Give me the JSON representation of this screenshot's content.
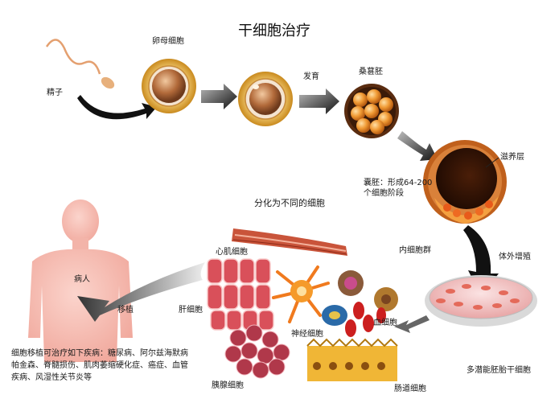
{
  "title": "干细胞治疗",
  "labels": {
    "sperm": "精子",
    "egg": "卵母细胞",
    "develop": "发育",
    "morula": "桑葚胚",
    "trophoblast": "滋养层",
    "blastocyst_line1": "囊胚：形成64-200",
    "blastocyst_line2": "个细胞阶段",
    "inner_mass": "内细胞群",
    "in_vitro": "体外增殖",
    "pluripotent": "多潜能胚胎干细胞",
    "differentiate": "分化为不同的细胞",
    "cardiomyocyte": "心肌细胞",
    "hepatocyte": "肝细胞",
    "neuron": "神经细胞",
    "blood_cell": "血细胞",
    "pancreatic": "胰腺细胞",
    "intestinal": "肠道细胞",
    "transplant": "移植",
    "patient": "病人"
  },
  "note": {
    "line1": "细胞移植可治疗如下疾病：糖尿病、阿尔兹海默病",
    "line2": "帕金森、脊髓损伤、肌肉萎缩硬化症、癌症、血管",
    "line3": "疾病、风湿性关节炎等"
  }
}
